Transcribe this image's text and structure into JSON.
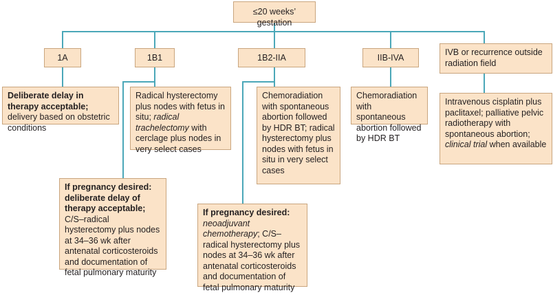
{
  "root": {
    "label": "≤20 weeks’ gestation"
  },
  "stages": [
    {
      "label": "1A"
    },
    {
      "label": "1B1"
    },
    {
      "label": "1B2-IIA"
    },
    {
      "label": "IIB-IVA"
    },
    {
      "label": "IVB or recurrence outside radiation field"
    }
  ],
  "treatments": {
    "s1a": {
      "bold": "Deliberate delay in therapy acceptable;",
      "text": " delivery based on obstetric conditions"
    },
    "s1b1": {
      "pre": "Radical hysterectomy plus nodes with fetus in situ; ",
      "italic": "radical trachelectomy",
      "post": " with cerclage plus nodes in very select cases"
    },
    "s1b2": {
      "text": "Chemoradiation with spontaneous abortion followed by HDR BT; radical hysterectomy plus nodes with fetus in situ in very select cases"
    },
    "s2b": {
      "text": "Chemoradiation with spontaneous abortion followed by HDR BT"
    },
    "s4b": {
      "pre": "Intravenous cisplatin plus paclitaxel; palliative pelvic radiotherapy with spontaneous abortion; ",
      "italic": "clinical trial",
      "post": " when available"
    }
  },
  "pregnancy_desired": {
    "s1b1": {
      "bold": "If pregnancy desired: deliberate delay of therapy acceptable;",
      "text": " C/S–radical hysterectomy plus nodes at 34–36 wk after antenatal corticosteroids and documentation of fetal pulmonary maturity"
    },
    "s1b2": {
      "bold": "If pregnancy desired:",
      "italic": "neoadjuvant chemotherapy",
      "text": "; C/S–radical hysterectomy plus nodes at 34–36 wk after antenatal corticosteroids and documentation of fetal pulmonary maturity"
    }
  }
}
